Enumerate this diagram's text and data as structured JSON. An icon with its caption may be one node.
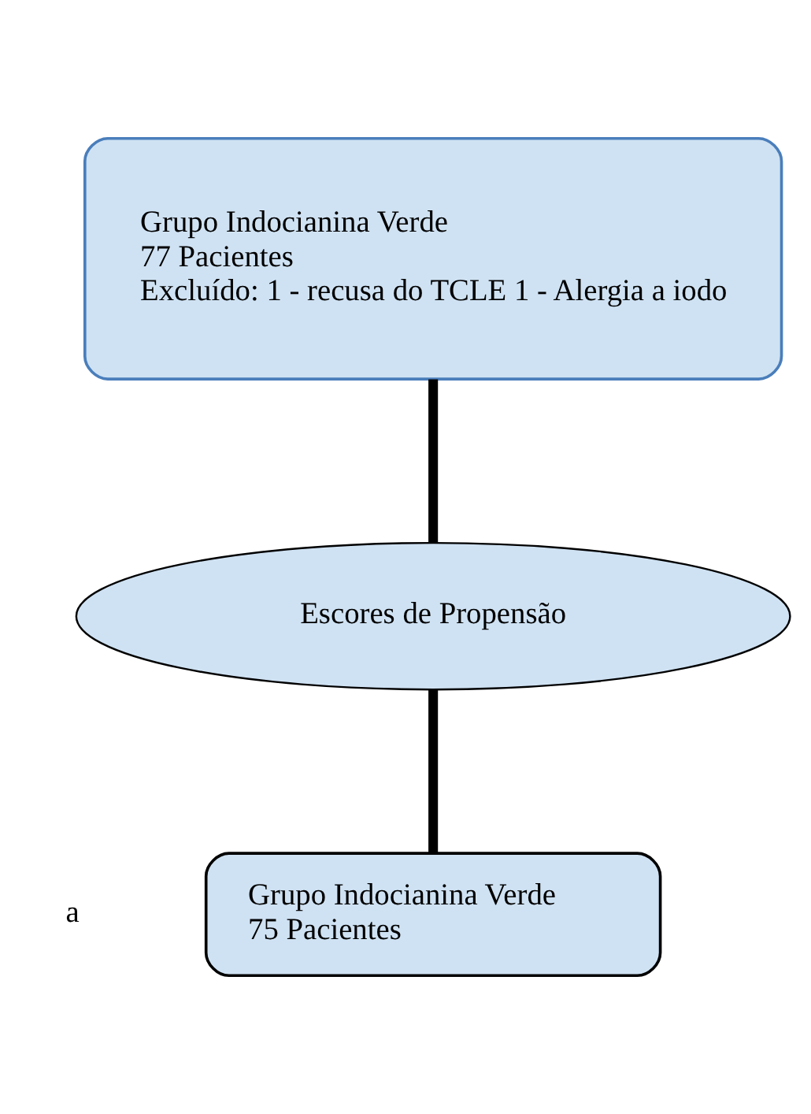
{
  "diagram": {
    "nodes": [
      {
        "text": [
          "Grupo Indocianina Verde",
          "77 Pacientes",
          "Excluído: 1 - recusa do TCLE 1 - Alergia a iodo"
        ]
      },
      {
        "text": [
          "Escores de Propensão"
        ]
      },
      {
        "text": [
          "Grupo Indocianina Verde",
          "75 Pacientes"
        ]
      }
    ],
    "edges": [
      {
        "from": 0,
        "to": 1,
        "arrow": "none"
      },
      {
        "from": 1,
        "to": 2,
        "arrow": "none"
      }
    ],
    "labels": [
      "a"
    ]
  }
}
